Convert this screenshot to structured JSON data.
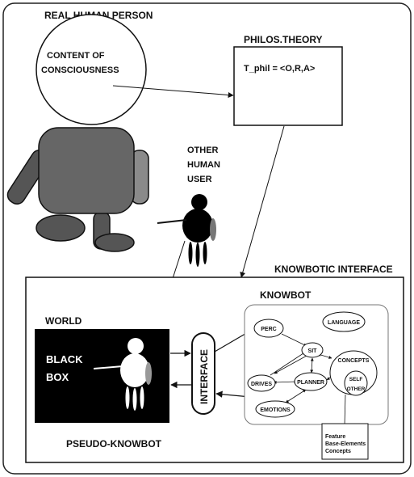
{
  "labels": {
    "real_human_person": "REAL HUMAN PERSON",
    "content_line1": "CONTENT OF",
    "content_line2": "CONSCIOUSNESS",
    "philos_theory": "PHILOS.THEORY",
    "t_phil": "T_phil = <O,R,A>",
    "other_line1": "OTHER",
    "other_line2": "HUMAN",
    "other_line3": "USER",
    "knowbotic_interface": "KNOWBOTIC INTERFACE",
    "knowbot": "KNOWBOT",
    "world": "WORLD",
    "black": "BLACK",
    "box": "BOX",
    "interface": "INTERFACE",
    "pseudo_knowbot": "PSEUDO-KNOWBOT"
  },
  "knowbot_nodes": {
    "perc": "PERC",
    "language": "LANGUAGE",
    "sit": "SIT",
    "concepts": "CONCEPTS",
    "drives": "DRIVES",
    "planner": "PLANNER",
    "self": "SELF",
    "other": "OTHER",
    "emotions": "EMOTIONS"
  },
  "feature_box": {
    "line1": "Feature",
    "line2": "Base-Elements",
    "line3": "Concepts"
  },
  "colors": {
    "body_gray": "#666666",
    "limb_dark": "#555555",
    "limb_light": "#8a8a8a",
    "world_bg": "#000000"
  }
}
